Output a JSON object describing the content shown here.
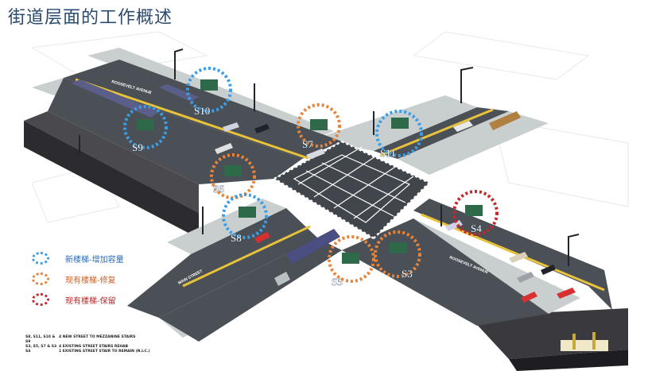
{
  "title": "街道层面的工作概述",
  "colors": {
    "new": "#3a9ee8",
    "rehab": "#e8843a",
    "remain": "#c8282a"
  },
  "streets": {
    "roosevelt_top": "ROOSEVELT AVENUE",
    "roosevelt_bottom": "ROOSEVELT AVENUE",
    "main_right": "MAIN STREET",
    "main_left": "MAIN STREET"
  },
  "stairs": [
    {
      "id": "S10",
      "type": "new"
    },
    {
      "id": "S9",
      "type": "new"
    },
    {
      "id": "S7",
      "type": "rehab"
    },
    {
      "id": "S11",
      "type": "new"
    },
    {
      "id": "S6",
      "type": "rehab"
    },
    {
      "id": "S8",
      "type": "new"
    },
    {
      "id": "S4",
      "type": "remain"
    },
    {
      "id": "S5",
      "type": "rehab"
    },
    {
      "id": "S3",
      "type": "rehab"
    }
  ],
  "legend": [
    {
      "label": "新楼梯-增加容量",
      "type": "new"
    },
    {
      "label": "现有楼梯-修复",
      "type": "rehab"
    },
    {
      "label": "现有楼梯-保留",
      "type": "remain"
    }
  ],
  "footnote": [
    {
      "ids": "S8, S11, S10 & S9",
      "desc": "4 NEW STREET TO MEZZANINE STAIRS"
    },
    {
      "ids": "S3, S5, S7 & S3",
      "desc": "4 EXISTING STREET STAIRS REHAB"
    },
    {
      "ids": "S4",
      "desc": "1 EXISTING STREET STAIR TO REMAIN (N.I.C.)"
    }
  ]
}
